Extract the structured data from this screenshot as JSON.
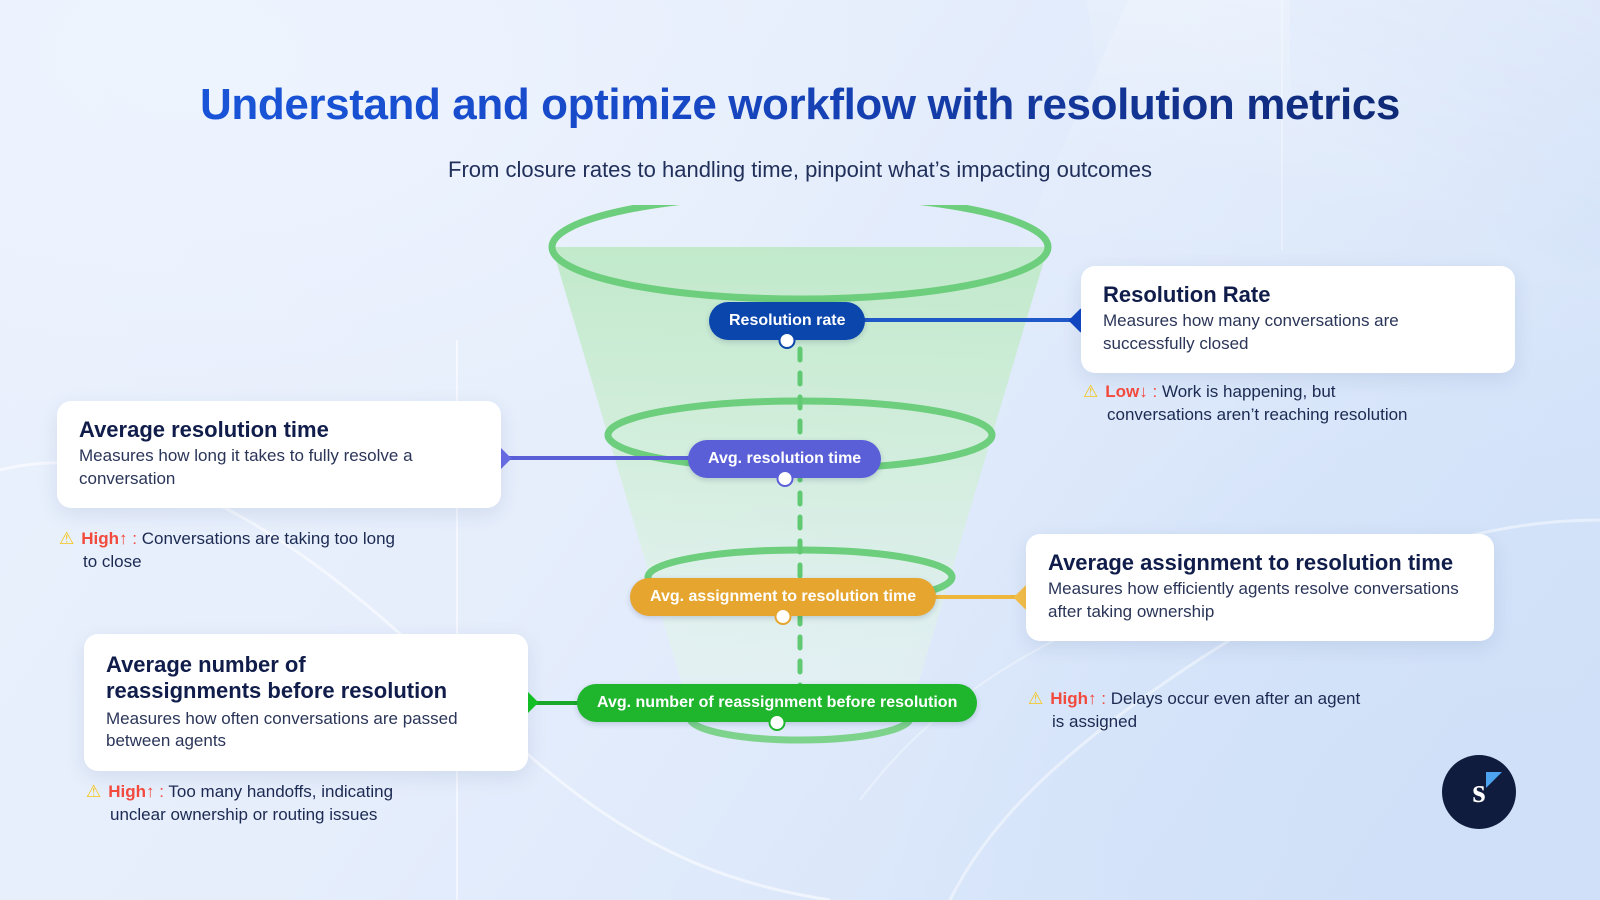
{
  "header": {
    "title": "Understand and optimize workflow with resolution metrics",
    "subtitle": "From closure rates to handling time, pinpoint what’s impacting outcomes"
  },
  "colors": {
    "title_gradient_start": "#1a5ae0",
    "title_gradient_end": "#0b2260",
    "resolution_rate": "#0b46ad",
    "avg_resolution_time": "#5a5fd8",
    "avg_assignment_time": "#e5a52e",
    "avg_reassignments": "#1fb62e",
    "funnel_ring": "#6dce7d",
    "warning_level": "#f24a3d",
    "warning_icon": "#f5c518",
    "card_background": "#ffffff",
    "page_background": "#e4edfb"
  },
  "funnel": {
    "stages": [
      {
        "id": "resolution-rate",
        "pill_label": "Resolution rate"
      },
      {
        "id": "avg-resolution-time",
        "pill_label": "Avg. resolution time"
      },
      {
        "id": "avg-assignment-time",
        "pill_label": "Avg. assignment to resolution time"
      },
      {
        "id": "avg-reassignments",
        "pill_label": "Avg. number of reassignment before resolution"
      }
    ]
  },
  "cards": {
    "resolution_rate": {
      "title": "Resolution Rate",
      "description": "Measures how many conversations are successfully closed",
      "warning": {
        "icon": "warning-triangle-icon",
        "level": "Low",
        "arrow": "↓",
        "separator": ":",
        "text": "Work is happening, but",
        "text_line2": "conversations aren’t reaching resolution"
      }
    },
    "average_resolution_time": {
      "title": "Average resolution time",
      "description": "Measures how long it takes to fully resolve a conversation",
      "warning": {
        "icon": "warning-triangle-icon",
        "level": "High",
        "arrow": "↑",
        "separator": ":",
        "text": "Conversations are taking too long",
        "text_line2": "to close"
      }
    },
    "average_assignment_to_resolution_time": {
      "title": "Average assignment to resolution time",
      "description": "Measures how efficiently agents resolve conversations after taking ownership",
      "warning": {
        "icon": "warning-triangle-icon",
        "level": "High",
        "arrow": "↑",
        "separator": ":",
        "text": "Delays occur even after an agent",
        "text_line2": "is assigned"
      }
    },
    "average_number_of_reassignments": {
      "title_line1": "Average number of",
      "title_line2": "reassignments before resolution",
      "description": "Measures how often conversations are passed between agents",
      "warning": {
        "icon": "warning-triangle-icon",
        "level": "High",
        "arrow": "↑",
        "separator": ":",
        "text": "Too many handoffs, indicating",
        "text_line2": "unclear ownership or routing issues"
      }
    }
  },
  "logo": {
    "letter": "s",
    "accent_shape": "triangle"
  }
}
